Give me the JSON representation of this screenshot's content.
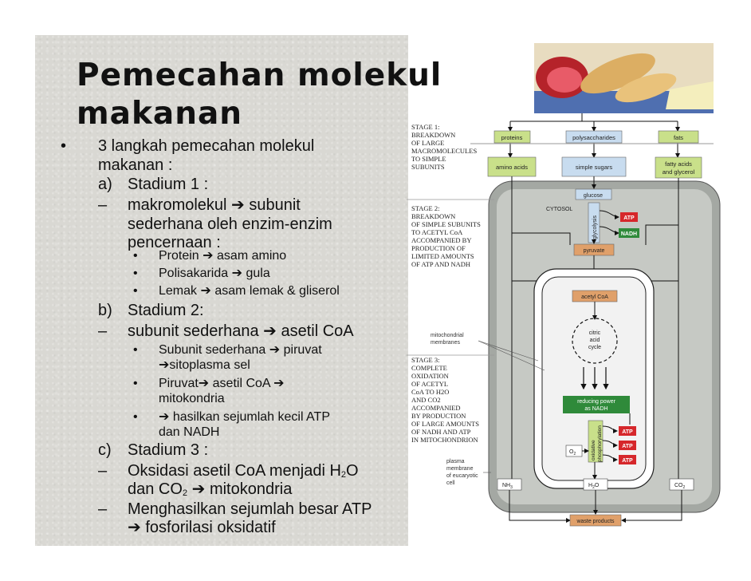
{
  "slide": {
    "title_line_1": "Pemecahan molekul",
    "title_line_2": "makanan",
    "bullet_symbol": "•",
    "dash_symbol": "–",
    "arrow_symbol": "➔",
    "intro": [
      "3 langkah pemecahan molekul",
      "makanan :"
    ],
    "stage1": {
      "label": "a)",
      "heading": "Stadium 1 :",
      "desc_line_1_pre": "makromolekul",
      "desc_line_1_post": "subunit",
      "desc_line_2": "sederhana oleh enzim-enzim",
      "desc_line_3": "pencernaan :",
      "item_1_pre": "Protein",
      "item_1_post": "asam amino",
      "item_2_pre": "Polisakarida",
      "item_2_post": "gula",
      "item_3_pre": "Lemak",
      "item_3_post": "asam lemak & gliserol"
    },
    "stage2": {
      "label": "b)",
      "heading": "Stadium 2:",
      "desc_pre": "subunit sederhana",
      "desc_post": " asetil CoA",
      "item_1_pre": "Subunit sederhana",
      "item_1_post": "piruvat",
      "item_1_line_2": "sitoplasma sel",
      "item_2_pre": "Piruvat",
      "item_2_post": "asetil CoA",
      "item_2_line_2": "mitokondria",
      "item_3_post": "hasilkan sejumlah kecil ATP",
      "item_3_line_2": "dan NADH"
    },
    "stage3": {
      "label": "c)",
      "heading": "Stadium 3 :",
      "desc_1_pre": "Oksidasi asetil CoA menjadi H",
      "desc_1_sub": "2",
      "desc_1_post": "O",
      "desc_2_pre": "dan CO",
      "desc_2_sub": "2",
      "desc_2_post": "mitokondria",
      "desc_3": "Menghasilkan sejumlah besar ATP",
      "desc_4": "fosforilasi oksidatif"
    }
  },
  "diagram": {
    "stage1_label": [
      "STAGE 1:",
      "BREAKDOWN",
      "OF LARGE",
      "MACROMOLECULES",
      "TO SIMPLE",
      "SUBUNITS"
    ],
    "stage2_label": [
      "STAGE 2:",
      "BREAKDOWN",
      "OF SIMPLE SUBUNITS",
      "TO ACETYL CoA",
      "ACCOMPANIED BY",
      "PRODUCTION OF",
      "LIMITED AMOUNTS",
      "OF ATP AND NADH"
    ],
    "stage3_label": [
      "STAGE 3:",
      "COMPLETE",
      "OXIDATION",
      "OF ACETYL",
      "CoA TO H2O",
      "AND CO2",
      "ACCOMPANIED",
      "BY PRODUCTION",
      "OF LARGE AMOUNTS",
      "OF NADH AND ATP",
      "IN MITOCHONDRION"
    ],
    "mito_membranes_label": [
      "mitochondrial",
      "membranes"
    ],
    "plasma_membrane_label": [
      "plasma",
      "membrane",
      "of eucaryotic",
      "cell"
    ],
    "proteins": "proteins",
    "polysaccharides": "polysaccharides",
    "fats": "fats",
    "amino_acids": "amino acids",
    "simple_sugars": "simple sugars",
    "fatty_acids": [
      "fatty acids",
      "and glycerol"
    ],
    "glucose": "glucose",
    "cytosol": "CYTOSOL",
    "glycolysis": "glycolysis",
    "atp": "ATP",
    "nadh": "NADH",
    "pyruvate": "pyruvate",
    "acetyl_coa": "acetyl CoA",
    "citric_acid_cycle": [
      "citric",
      "acid",
      "cycle"
    ],
    "reducing_power": [
      "reducing power",
      "as NADH"
    ],
    "oxidative_phosphorylation": [
      "oxidative",
      "phosphorylation"
    ],
    "o2": "O",
    "o2_sub": "2",
    "nh3": "NH",
    "nh3_sub": "3",
    "h2o_pre": "H",
    "h2o_sub": "2",
    "h2o_post": "O",
    "co2": "CO",
    "co2_sub": "2",
    "waste_products": "waste products",
    "colors": {
      "green_box": "#c9e08a",
      "blue_box": "#c8dcef",
      "red_box": "#d6272b",
      "orange_box": "#e0a06a",
      "dark_green_box": "#2f8a3a",
      "cell_gray": "#a4a8a3"
    }
  }
}
